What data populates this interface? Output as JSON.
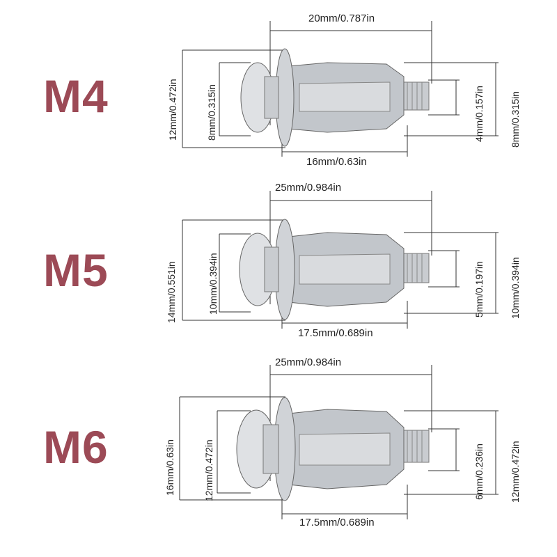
{
  "colors": {
    "label": "#9c4a56",
    "line": "#333333",
    "metal": "#b8bcc2"
  },
  "anchors": [
    {
      "size": "M4",
      "total_length": "20mm/0.787in",
      "sleeve_length": "16mm/0.63in",
      "flange_diameter": "12mm/0.472in",
      "head_diameter": "8mm/0.315in",
      "thread_diameter": "4mm/0.157in",
      "sleeve_diameter": "8mm/0.315in"
    },
    {
      "size": "M5",
      "total_length": "25mm/0.984in",
      "sleeve_length": "17.5mm/0.689in",
      "flange_diameter": "14mm/0.551in",
      "head_diameter": "10mm/0.394in",
      "thread_diameter": "5mm/0.197in",
      "sleeve_diameter": "10mm/0.394in"
    },
    {
      "size": "M6",
      "total_length": "25mm/0.984in",
      "sleeve_length": "17.5mm/0.689in",
      "flange_diameter": "16mm/0.63in",
      "head_diameter": "12mm/0.472in",
      "thread_diameter": "6mm/0.236in",
      "sleeve_diameter": "12mm/0.472in"
    }
  ]
}
